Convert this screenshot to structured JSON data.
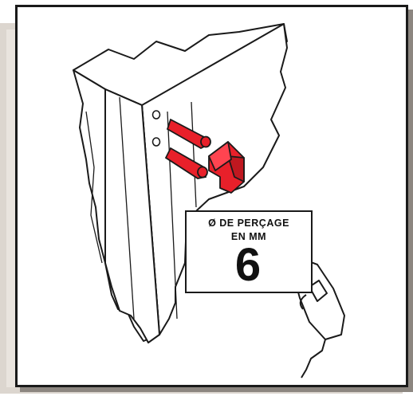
{
  "label": {
    "line1": "Ø DE PERÇAGE",
    "line2": "EN MM",
    "value": "6"
  },
  "colors": {
    "accent": "#e8202a",
    "ink": "#1a1a1a",
    "frame": "#dcd6cf"
  },
  "icons": [
    "drill-icon",
    "dowel-icon",
    "bracket-icon"
  ]
}
